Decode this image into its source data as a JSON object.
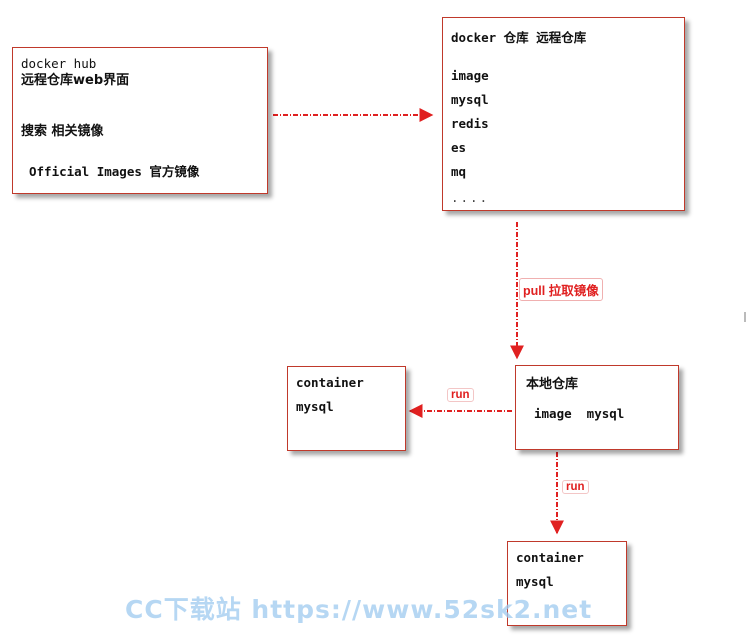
{
  "hub_box": {
    "line1": "docker hub",
    "line2": "远程仓库web界面",
    "line3": "搜索 相关镜像",
    "line4": "Official Images 官方镜像"
  },
  "remote_box": {
    "title": "docker 仓库 远程仓库",
    "items": [
      "image",
      "mysql",
      "redis",
      "es",
      "mq",
      "...."
    ]
  },
  "local_box": {
    "title": "本地仓库",
    "content": "image  mysql"
  },
  "container_left": {
    "line1": "container",
    "line2": "mysql"
  },
  "container_bottom": {
    "line1": "container",
    "line2": "mysql"
  },
  "labels": {
    "pull": "pull 拉取镜像",
    "run_left": "run",
    "run_down": "run"
  },
  "watermark": "CC下载站 https://www.52sk2.net",
  "colors": {
    "arrow": "#e02020",
    "border": "#c0392b",
    "watermark": "#9ecaf0"
  }
}
